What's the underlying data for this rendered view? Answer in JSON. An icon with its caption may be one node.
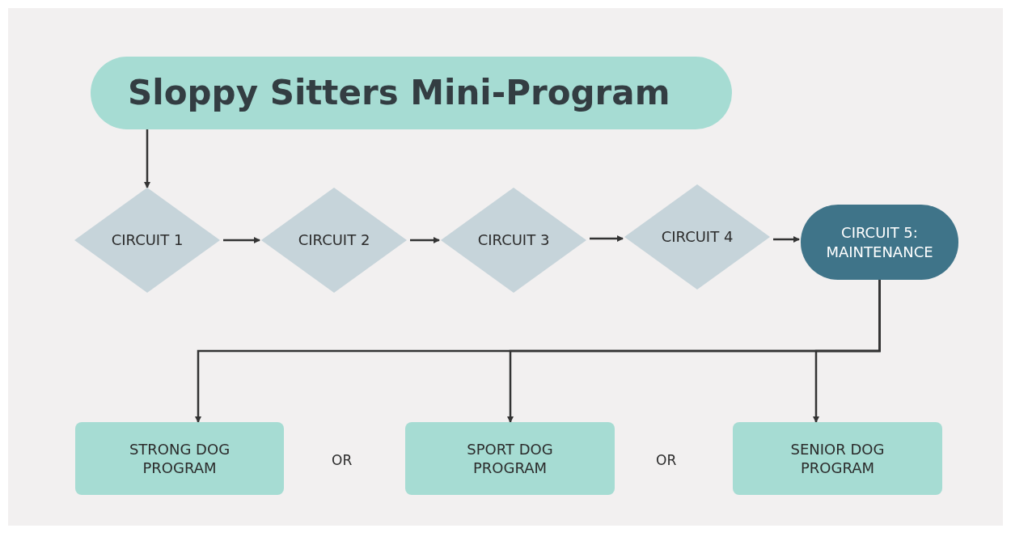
{
  "diagram": {
    "nodes": [
      {
        "text": [
          "Sloppy Sitters Mini-Program"
        ]
      },
      {
        "text": [
          "CIRCUIT 1"
        ]
      },
      {
        "text": [
          "CIRCUIT 2"
        ]
      },
      {
        "text": [
          "CIRCUIT 3"
        ]
      },
      {
        "text": [
          "CIRCUIT 4"
        ]
      },
      {
        "text": [
          "CIRCUIT 5: MAINTENANCE"
        ]
      },
      {
        "text": [
          "STRONG DOG PROGRAM"
        ]
      },
      {
        "text": [
          "SPORT DOG PROGRAM"
        ]
      },
      {
        "text": [
          "SENIOR DOG PROGRAM"
        ]
      }
    ],
    "edges": [
      {
        "from": 0,
        "to": 1,
        "arrow": "to"
      },
      {
        "from": 1,
        "to": 2,
        "arrow": "to"
      },
      {
        "from": 2,
        "to": 3,
        "arrow": "to"
      },
      {
        "from": 3,
        "to": 4,
        "arrow": "to"
      },
      {
        "from": 4,
        "to": 5,
        "arrow": "to"
      },
      {
        "from": 5,
        "to": 6,
        "arrow": "to"
      },
      {
        "from": 5,
        "to": 7,
        "arrow": "to"
      },
      {
        "from": 5,
        "to": 8,
        "arrow": "to"
      }
    ],
    "labels": [
      "OR",
      "OR"
    ]
  }
}
